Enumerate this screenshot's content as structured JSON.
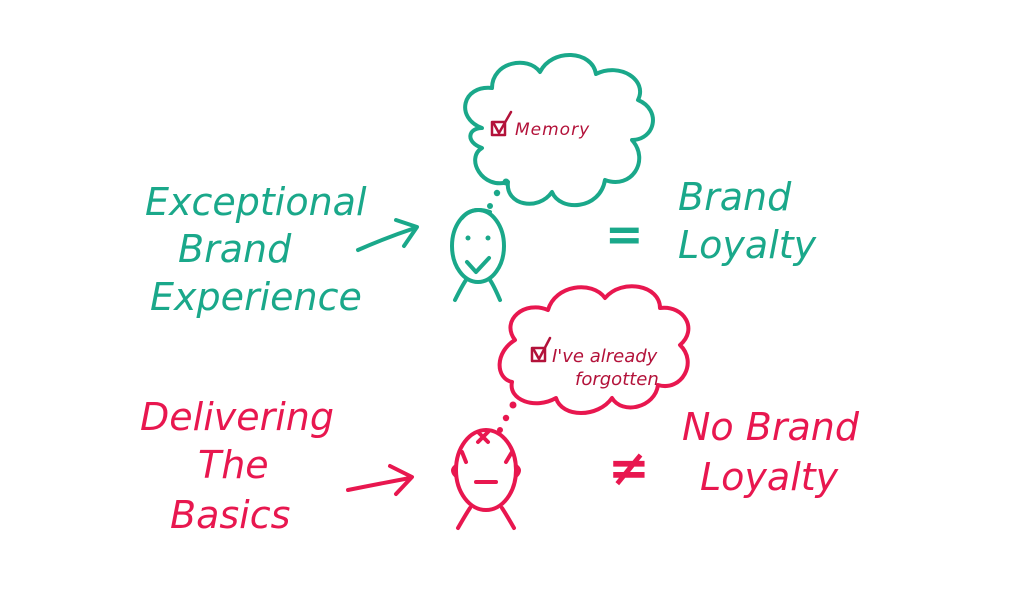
{
  "colors": {
    "positive": "#1aa88a",
    "negative": "#e8174f",
    "checkbox_ink": "#b3123a",
    "background": "#ffffff"
  },
  "top_row": {
    "cause_lines": [
      "Exceptional",
      "Brand",
      "Experience"
    ],
    "thought": "Memory",
    "relation_symbol": "=",
    "result_lines": [
      "Brand",
      "Loyalty"
    ]
  },
  "bottom_row": {
    "cause_lines": [
      "Delivering",
      "The",
      "Basics"
    ],
    "thought_lines": [
      "I've already",
      "forgotten"
    ],
    "relation_symbol": "≠",
    "result_lines": [
      "No Brand",
      "Loyalty"
    ]
  }
}
